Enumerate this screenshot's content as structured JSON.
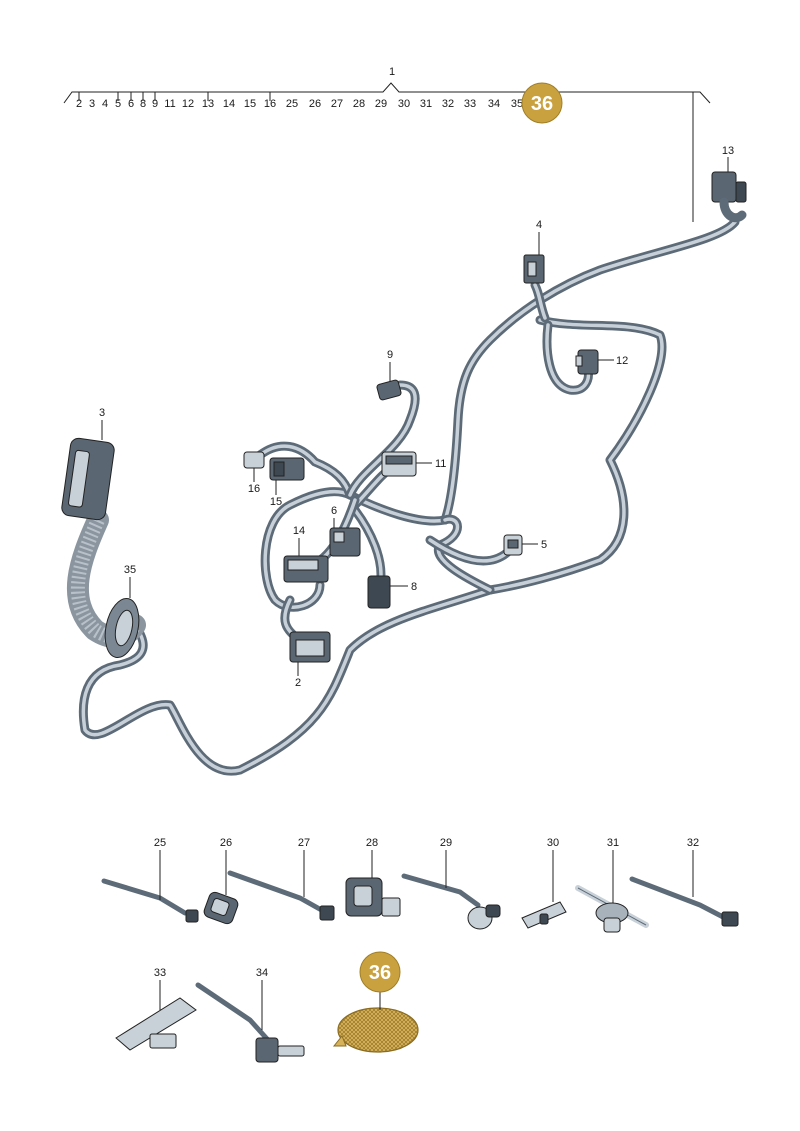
{
  "header": {
    "top_label": "1",
    "index_numbers": [
      "2",
      "3",
      "4",
      "5",
      "6",
      "8",
      "9",
      "11",
      "12",
      "13",
      "14",
      "15",
      "16",
      "25",
      "26",
      "27",
      "28",
      "29",
      "30",
      "31",
      "32",
      "33",
      "34",
      "35"
    ]
  },
  "highlight": {
    "number": "36",
    "color": "#c9a23f"
  },
  "parts": {
    "p2": "2",
    "p3": "3",
    "p4": "4",
    "p5": "5",
    "p6": "6",
    "p8": "8",
    "p9": "9",
    "p11": "11",
    "p12": "12",
    "p13": "13",
    "p14": "14",
    "p15": "15",
    "p16": "16",
    "p35": "35"
  },
  "accessories": {
    "a25": "25",
    "a26": "26",
    "a27": "27",
    "a28": "28",
    "a29": "29",
    "a30": "30",
    "a31": "31",
    "a32": "32",
    "a33": "33",
    "a34": "34"
  },
  "colors": {
    "wire": "#5d6b78",
    "wire_highlight": "#c7d0d8",
    "badge": "#c9a23f"
  }
}
